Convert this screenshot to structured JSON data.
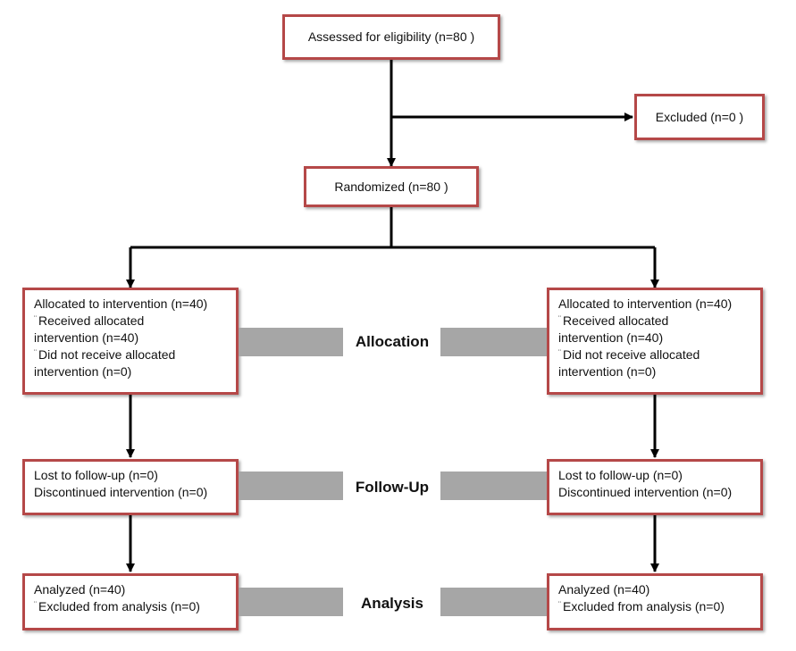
{
  "top": {
    "assessed": "Assessed for eligibility (n=80 )",
    "excluded": "Excluded  (n=0 )",
    "randomized": "Randomized (n=80 )"
  },
  "allocation": {
    "left": [
      "Allocated to intervention (n=40)",
      "Received allocated",
      "intervention (n=40)",
      "Did not receive allocated",
      "intervention (n=0)"
    ],
    "right": [
      "Allocated to intervention (n=40)",
      "Received allocated",
      "intervention (n=40)",
      "Did not receive allocated",
      "intervention (n=0)"
    ]
  },
  "followup": {
    "left": [
      "Lost to follow-up (n=0)",
      "Discontinued intervention (n=0)"
    ],
    "right": [
      "Lost to follow-up (n=0)",
      "Discontinued intervention (n=0)"
    ]
  },
  "analysis": {
    "left": [
      "Analyzed  (n=40)",
      "Excluded from analysis (n=0)"
    ],
    "right": [
      "Analyzed  (n=40)",
      "Excluded from analysis (n=0)"
    ]
  },
  "stages": {
    "allocation": "Allocation",
    "followup": "Follow-Up",
    "analysis": "Analysis"
  },
  "bullet_glyph": "¨",
  "colors": {
    "box_border": "#b54848",
    "bar": "#a6a6a6",
    "connector": "#000000"
  }
}
